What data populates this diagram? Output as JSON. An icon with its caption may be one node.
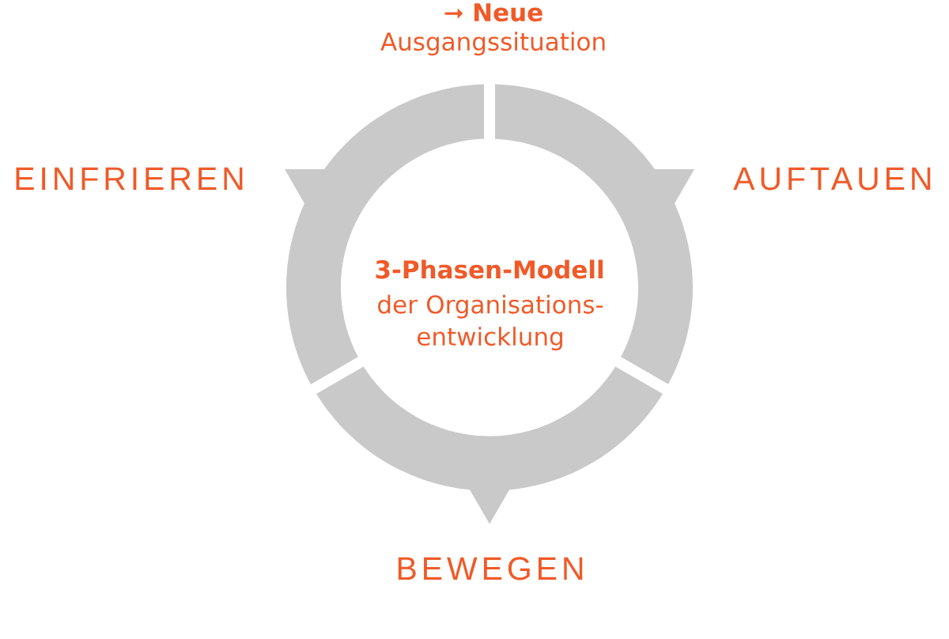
{
  "diagram": {
    "nodes": [
      {
        "text": [],
        "shape": "arc",
        "beside": [
          "AUFTAUEN"
        ]
      },
      {
        "text": [],
        "shape": "arc",
        "beside": [
          "BEWEGEN"
        ]
      },
      {
        "text": [],
        "shape": "arc",
        "beside": [
          "EINFRIEREN"
        ]
      }
    ],
    "labels": [
      "**➞ Neue** Ausgangssituation",
      "3-Phasen-Modell",
      "der Organisations- entwicklung"
    ]
  }
}
